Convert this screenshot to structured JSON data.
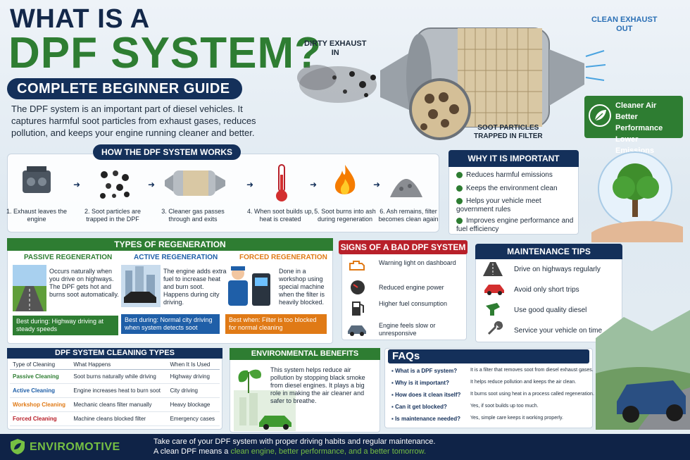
{
  "title": {
    "line1": "WHAT IS A",
    "line2": "DPF SYSTEM?",
    "subtitle": "COMPLETE BEGINNER GUIDE"
  },
  "intro": "The DPF system is an important part of diesel vehicles. It captures harmful soot particles from exhaust gases, reduces pollution, and keeps your engine running cleaner and better.",
  "hero": {
    "dirty_label_1": "DIRTY EXHAUST",
    "dirty_label_2": "IN",
    "clean_label_1": "CLEAN EXHAUST",
    "clean_label_2": "OUT",
    "soot_label_1": "SOOT PARTICLES",
    "soot_label_2": "TRAPPED IN FILTER",
    "benefits": [
      "Cleaner Air",
      "Better Performance",
      "Lower Emissions"
    ]
  },
  "how": {
    "title": "HOW THE DPF SYSTEM WORKS",
    "steps": [
      {
        "label": "1. Exhaust leaves the engine",
        "icon": "engine-icon"
      },
      {
        "label": "2. Soot particles are trapped in the DPF",
        "icon": "soot-particles-icon"
      },
      {
        "label": "3. Cleaner gas passes through and exits",
        "icon": "filter-icon"
      },
      {
        "label": "4. When soot builds up, heat is created",
        "icon": "thermometer-icon"
      },
      {
        "label": "5. Soot burns into ash during regeneration",
        "icon": "fire-icon"
      },
      {
        "label": "6. Ash remains, filter becomes clean again",
        "icon": "ash-pile-icon"
      }
    ]
  },
  "why": {
    "title": "WHY IT IS IMPORTANT",
    "items": [
      "Reduces harmful emissions",
      "Keeps the environment clean",
      "Helps your vehicle meet government rules",
      "Improves engine performance and fuel efficiency"
    ]
  },
  "types": {
    "title": "TYPES OF REGENERATION",
    "columns": [
      {
        "head": "PASSIVE REGENERATION",
        "desc": "Occurs naturally when you drive on highways. The DPF gets hot and burns soot automatically.",
        "foot": "Best during: Highway driving at steady speeds",
        "color": "#2e7d32"
      },
      {
        "head": "ACTIVE REGENERATION",
        "desc": "The engine adds extra fuel to increase heat and burn soot. Happens during city driving.",
        "foot": "Best during: Normal city driving when system detects soot",
        "color": "#1f5fa8"
      },
      {
        "head": "FORCED REGENERATION",
        "desc": "Done in a workshop using special machine when the filter is heavily blocked.",
        "foot": "Best when: Filter is too blocked for normal cleaning",
        "color": "#e07a16"
      }
    ]
  },
  "signs": {
    "title": "SIGNS OF A BAD DPF SYSTEM",
    "items": [
      {
        "text": "Warning light on dashboard",
        "icon": "engine-warning-icon"
      },
      {
        "text": "Reduced engine power",
        "icon": "gauge-icon"
      },
      {
        "text": "Higher fuel consumption",
        "icon": "fuel-pump-icon"
      },
      {
        "text": "Engine feels slow or unresponsive",
        "icon": "car-icon"
      }
    ]
  },
  "maintenance": {
    "title": "MAINTENANCE TIPS",
    "items": [
      {
        "text": "Drive on highways regularly",
        "icon": "highway-icon"
      },
      {
        "text": "Avoid only short trips",
        "icon": "car-icon"
      },
      {
        "text": "Use good quality diesel",
        "icon": "fuel-nozzle-icon"
      },
      {
        "text": "Service your vehicle on time",
        "icon": "wrench-icon"
      }
    ]
  },
  "cleaning": {
    "title": "DPF SYSTEM CLEANING TYPES",
    "headers": [
      "Type of Cleaning",
      "What Happens",
      "When It Is Used"
    ],
    "rows": [
      {
        "type": "Passive Cleaning",
        "what": "Soot burns naturally while driving",
        "when": "Highway driving",
        "color": "#2e7d32"
      },
      {
        "type": "Active Cleaning",
        "what": "Engine increases heat to burn soot",
        "when": "City driving",
        "color": "#1f5fa8"
      },
      {
        "type": "Workshop Cleaning",
        "what": "Mechanic cleans filter manually",
        "when": "Heavy blockage",
        "color": "#e07a16"
      },
      {
        "type": "Forced Cleaning",
        "what": "Machine cleans blocked filter",
        "when": "Emergency cases",
        "color": "#b8202a"
      }
    ]
  },
  "environment": {
    "title": "ENVIRONMENTAL BENEFITS",
    "text": "This system helps reduce air pollution by stopping black smoke from diesel engines. It plays a big role in making the air cleaner and safer to breathe."
  },
  "faq": {
    "title": "FAQs",
    "items": [
      {
        "q": "What is a DPF system?",
        "a": "It is a filter that removes soot from diesel exhaust gases."
      },
      {
        "q": "Why is it important?",
        "a": "It helps reduce pollution and keeps the air clean."
      },
      {
        "q": "How does it clean itself?",
        "a": "It burns soot using heat in a process called regeneration."
      },
      {
        "q": "Can it get blocked?",
        "a": "Yes, if soot builds up too much."
      },
      {
        "q": "Is maintenance needed?",
        "a": "Yes, simple care keeps it working properly."
      }
    ]
  },
  "footer": {
    "brand": "ENVIROMOTIVE",
    "line1": "Take care of your DPF system with proper driving habits and regular maintenance.",
    "line2_prefix": "A clean DPF means a ",
    "line2_highlight": "clean engine, better performance, and a better tomorrow.",
    "brand_color": "#76c043"
  }
}
